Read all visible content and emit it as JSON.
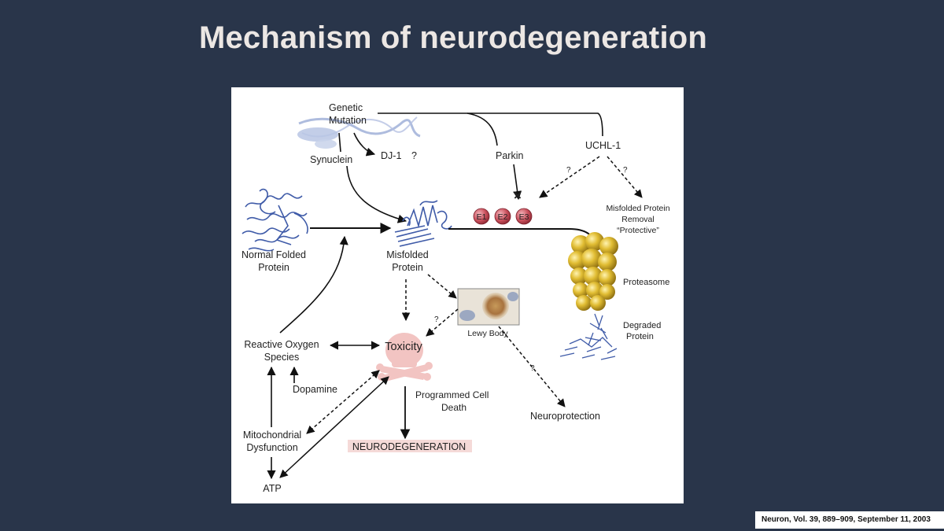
{
  "slide": {
    "title": "Mechanism of neurodegeneration",
    "citation": "Neuron, Vol. 39, 889–909, September 11, 2003"
  },
  "diagram": {
    "labels": {
      "genetic_mutation_1": "Genetic",
      "genetic_mutation_2": "Mutation",
      "synuclein": "Synuclein",
      "dj1": "DJ-1",
      "dj1_q": "?",
      "parkin": "Parkin",
      "uchl1": "UCHL-1",
      "uchl_q_left": "?",
      "uchl_q_right": "?",
      "normal_folded_1": "Normal Folded",
      "normal_folded_2": "Protein",
      "misfolded_1": "Misfolded",
      "misfolded_2": "Protein",
      "e1": "E1",
      "e2": "E2",
      "e3": "E3",
      "blocked_mark": "×",
      "removal_1": "Misfolded Protein",
      "removal_2": "Removal",
      "removal_3": "“Protective”",
      "proteasome": "Proteasome",
      "degraded_1": "Degraded",
      "degraded_2": "Protein",
      "lewy_body": "Lewy Body",
      "lewy_q": "?",
      "toxicity": "Toxicity",
      "ros_1": "Reactive Oxygen",
      "ros_2": "Species",
      "dopamine": "Dopamine",
      "pcd_1": "Programmed Cell",
      "pcd_2": "Death",
      "neuroprotection_q": "?",
      "neuroprotection": "Neuroprotection",
      "mito_1": "Mitochondrial",
      "mito_2": "Dysfunction",
      "atp": "ATP",
      "neurodegeneration": "NEURODEGENERATION"
    },
    "colors": {
      "background": "#29354a",
      "title": "#ece7e4",
      "enzyme_fill": "#c9505c",
      "proteasome_fill": "#d9b62e",
      "protein_ribbon": "#3f5ba8",
      "skull_fill": "#f2c4c2",
      "neurodegeneration_highlight": "#f3d3d1"
    }
  }
}
